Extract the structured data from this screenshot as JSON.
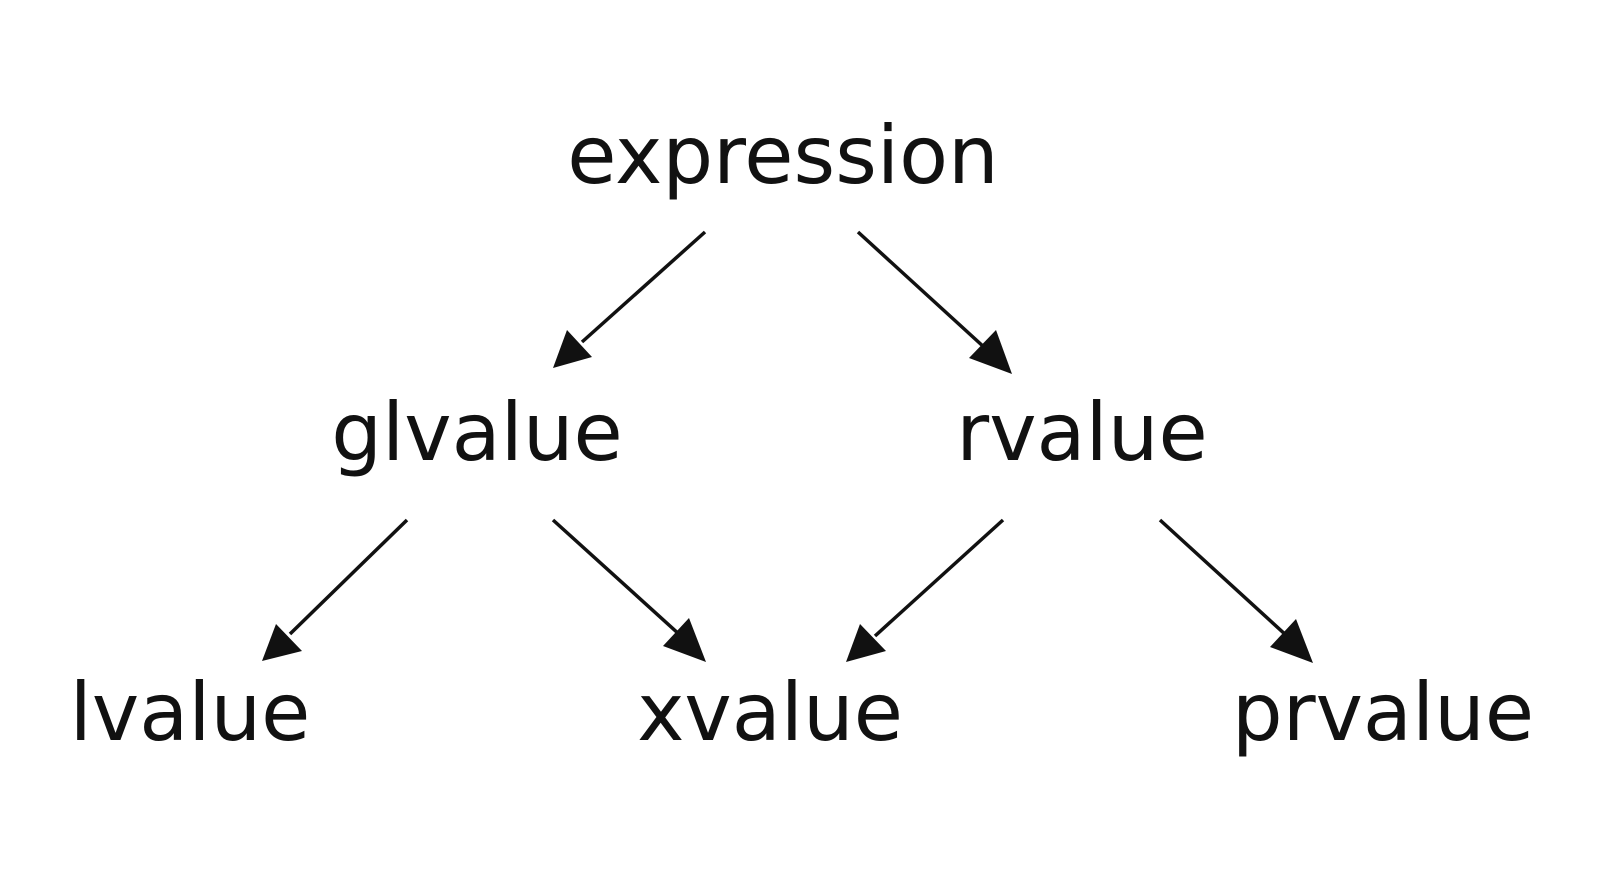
{
  "diagram": {
    "nodes": {
      "expression": "expression",
      "glvalue": "glvalue",
      "rvalue": "rvalue",
      "lvalue": "lvalue",
      "xvalue": "xvalue",
      "prvalue": "prvalue"
    },
    "edges": [
      {
        "from": "expression",
        "to": "glvalue"
      },
      {
        "from": "expression",
        "to": "rvalue"
      },
      {
        "from": "glvalue",
        "to": "lvalue"
      },
      {
        "from": "glvalue",
        "to": "xvalue"
      },
      {
        "from": "rvalue",
        "to": "xvalue"
      },
      {
        "from": "rvalue",
        "to": "prvalue"
      }
    ],
    "colors": {
      "text": "#111111",
      "arrow": "#111111",
      "background": "#ffffff"
    }
  }
}
